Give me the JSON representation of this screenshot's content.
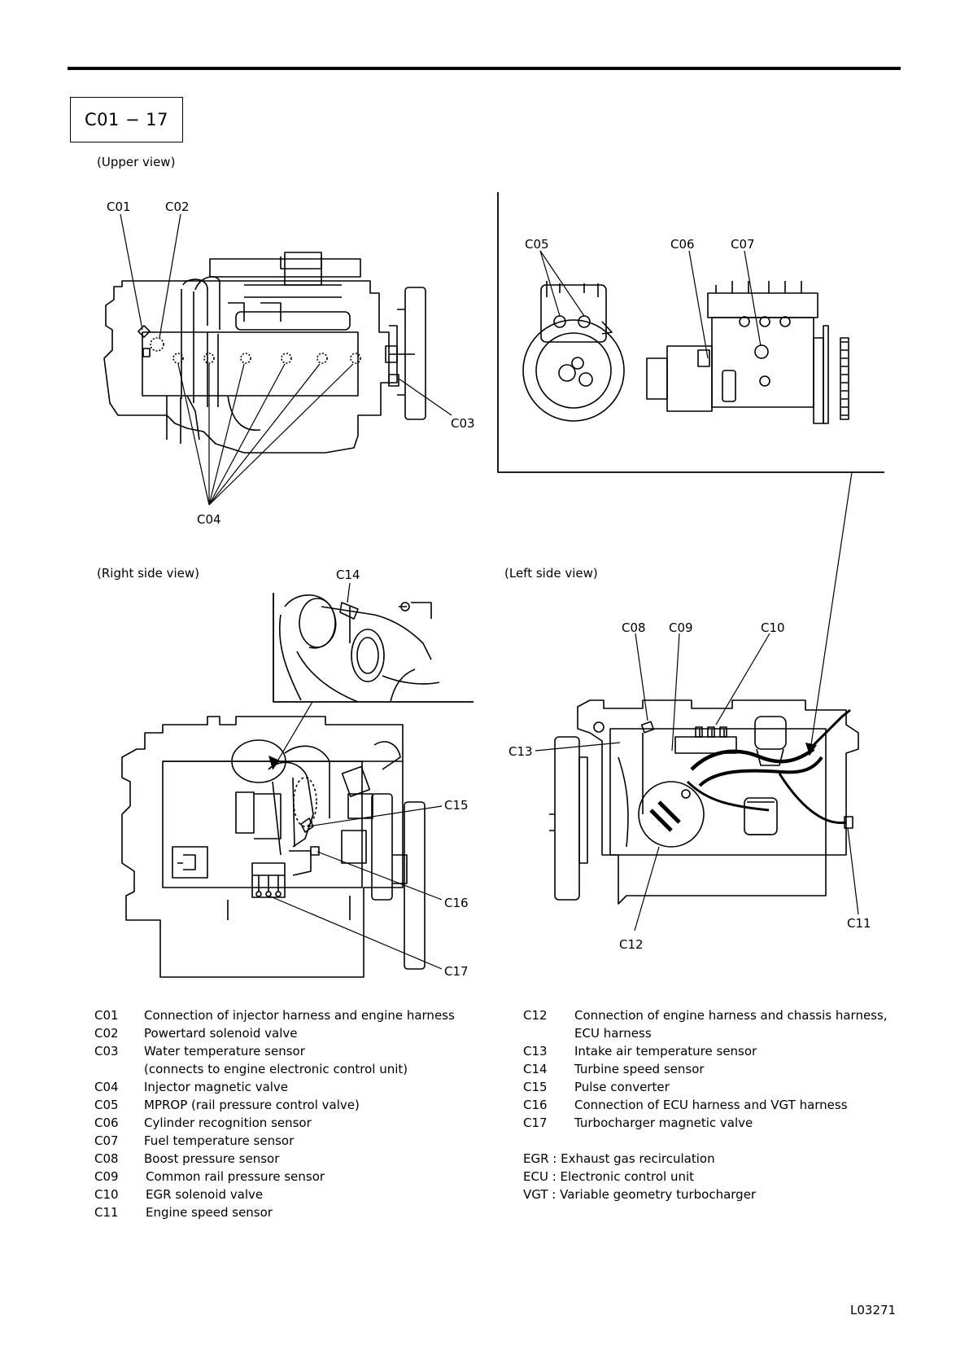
{
  "title": "C01 − 17",
  "views": {
    "upper": "(Upper view)",
    "right": "(Right side view)",
    "left": "(Left side view)"
  },
  "callouts": {
    "c01": "C01",
    "c02": "C02",
    "c03": "C03",
    "c04": "C04",
    "c05": "C05",
    "c06": "C06",
    "c07": "C07",
    "c08": "C08",
    "c09": "C09",
    "c10": "C10",
    "c11": "C11",
    "c12": "C12",
    "c13": "C13",
    "c14": "C14",
    "c15": "C15",
    "c16": "C16",
    "c17": "C17"
  },
  "legend_left": [
    {
      "code": "C01",
      "desc": "Connection of injector harness and engine harness"
    },
    {
      "code": "C02",
      "desc": "Powertard solenoid valve"
    },
    {
      "code": "C03",
      "desc": "Water temperature sensor"
    },
    {
      "code": "",
      "desc": "(connects to engine electronic control unit)"
    },
    {
      "code": "C04",
      "desc": "Injector magnetic valve"
    },
    {
      "code": "C05",
      "desc": "MPROP (rail pressure control valve)"
    },
    {
      "code": "C06",
      "desc": "Cylinder recognition sensor"
    },
    {
      "code": "C07",
      "desc": "Fuel temperature sensor"
    },
    {
      "code": "C08",
      "desc": "Boost pressure sensor"
    },
    {
      "code": "C09",
      "desc": "Common rail pressure sensor"
    },
    {
      "code": "C10",
      "desc": "EGR solenoid valve"
    },
    {
      "code": "C11",
      "desc": "Engine speed sensor"
    }
  ],
  "legend_right": [
    {
      "code": "C12",
      "desc": "Connection of engine harness and chassis harness,"
    },
    {
      "code": "",
      "desc": "ECU harness"
    },
    {
      "code": "C13",
      "desc": "Intake air temperature sensor"
    },
    {
      "code": "C14",
      "desc": "Turbine speed sensor"
    },
    {
      "code": "C15",
      "desc": "Pulse converter"
    },
    {
      "code": "C16",
      "desc": "Connection of ECU harness and VGT harness"
    },
    {
      "code": "C17",
      "desc": "Turbocharger magnetic valve"
    }
  ],
  "abbreviations": [
    "EGR : Exhaust gas recirculation",
    "ECU : Electronic control unit",
    "VGT : Variable geometry turbocharger"
  ],
  "doc_code": "L03271"
}
